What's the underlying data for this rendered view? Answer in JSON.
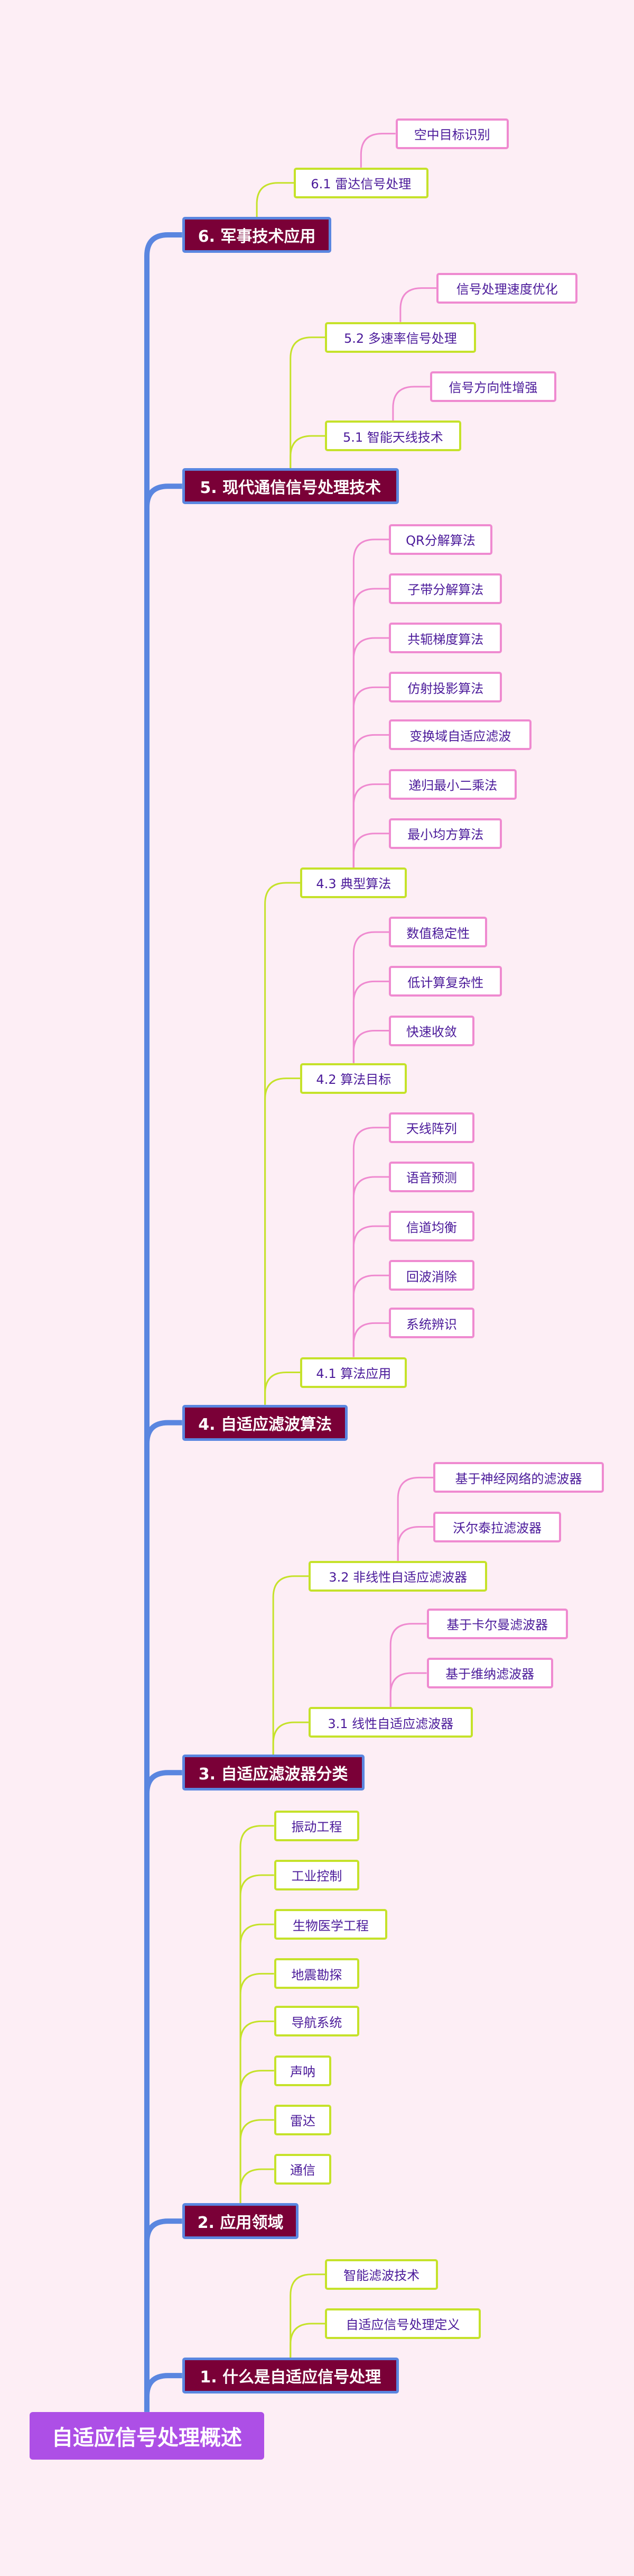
{
  "root": {
    "label": "自适应信号处理概述"
  },
  "colors": {
    "background": "#fdeef5",
    "root": "#ad4fe6",
    "main_fill": "#7a0037",
    "main_border": "#5a86e0",
    "sub_border": "#c5e22a",
    "leaf_border": "#ef8ad0",
    "text": "#4b1a9a"
  },
  "branches": [
    {
      "label": "1. 什么是自适应信号处理",
      "children": [
        {
          "label": "自适应信号处理定义",
          "children": []
        },
        {
          "label": "智能滤波技术",
          "children": []
        }
      ]
    },
    {
      "label": "2. 应用领域",
      "children": [
        {
          "label": "通信",
          "children": []
        },
        {
          "label": "雷达",
          "children": []
        },
        {
          "label": "声呐",
          "children": []
        },
        {
          "label": "导航系统",
          "children": []
        },
        {
          "label": "地震勘探",
          "children": []
        },
        {
          "label": "生物医学工程",
          "children": []
        },
        {
          "label": "工业控制",
          "children": []
        },
        {
          "label": "振动工程",
          "children": []
        }
      ]
    },
    {
      "label": "3. 自适应滤波器分类",
      "children": [
        {
          "label": "3.1 线性自适应滤波器",
          "children": [
            {
              "label": "基于维纳滤波器"
            },
            {
              "label": "基于卡尔曼滤波器"
            }
          ]
        },
        {
          "label": "3.2 非线性自适应滤波器",
          "children": [
            {
              "label": "沃尔泰拉滤波器"
            },
            {
              "label": "基于神经网络的滤波器"
            }
          ]
        }
      ]
    },
    {
      "label": "4. 自适应滤波算法",
      "children": [
        {
          "label": "4.1 算法应用",
          "children": [
            {
              "label": "系统辨识"
            },
            {
              "label": "回波消除"
            },
            {
              "label": "信道均衡"
            },
            {
              "label": "语音预测"
            },
            {
              "label": "天线阵列"
            }
          ]
        },
        {
          "label": "4.2 算法目标",
          "children": [
            {
              "label": "快速收敛"
            },
            {
              "label": "低计算复杂性"
            },
            {
              "label": "数值稳定性"
            }
          ]
        },
        {
          "label": "4.3 典型算法",
          "children": [
            {
              "label": "最小均方算法"
            },
            {
              "label": "递归最小二乘法"
            },
            {
              "label": "变换域自适应滤波"
            },
            {
              "label": "仿射投影算法"
            },
            {
              "label": "共轭梯度算法"
            },
            {
              "label": "子带分解算法"
            },
            {
              "label": "QR分解算法"
            }
          ]
        }
      ]
    },
    {
      "label": "5. 现代通信信号处理技术",
      "children": [
        {
          "label": "5.1 智能天线技术",
          "children": [
            {
              "label": "信号方向性增强"
            }
          ]
        },
        {
          "label": "5.2 多速率信号处理",
          "children": [
            {
              "label": "信号处理速度优化"
            }
          ]
        }
      ]
    },
    {
      "label": "6. 军事技术应用",
      "children": [
        {
          "label": "6.1 雷达信号处理",
          "children": [
            {
              "label": "空中目标识别"
            }
          ]
        }
      ]
    }
  ]
}
